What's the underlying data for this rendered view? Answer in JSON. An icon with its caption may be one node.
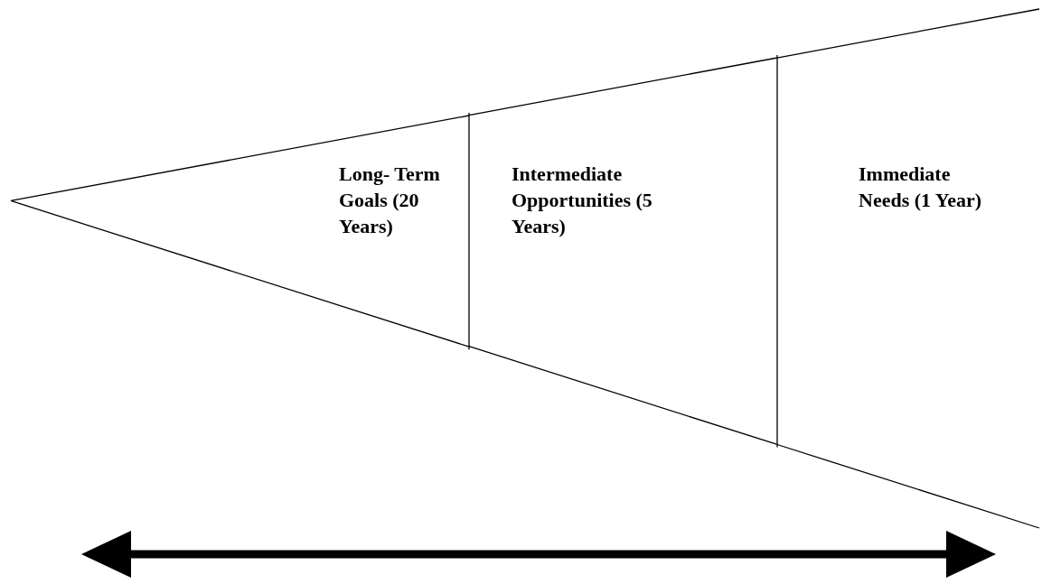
{
  "diagram": {
    "nodes": [
      {
        "text": [
          "Long- Term Goals (20 Years)"
        ]
      },
      {
        "text": [
          "Intermediate Opportunities (5 Years)"
        ]
      },
      {
        "text": [
          "Immediate Needs (1 Year)"
        ]
      }
    ]
  }
}
